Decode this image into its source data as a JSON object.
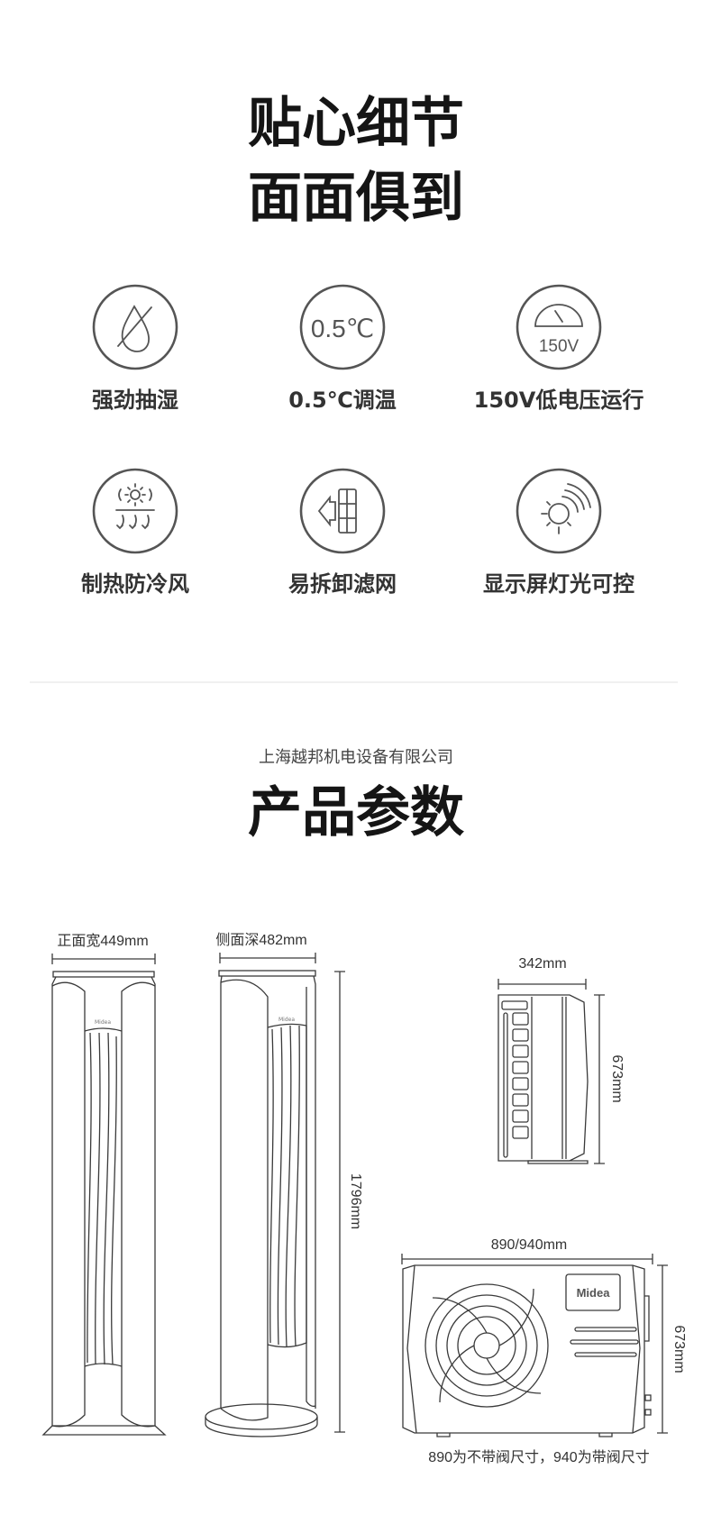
{
  "header": {
    "line1": "贴心细节",
    "line2": "面面俱到"
  },
  "features": [
    {
      "label": "强劲抽湿",
      "icon": "water-drop-slash-icon"
    },
    {
      "label": "0.5℃调温",
      "icon": "temperature-icon",
      "icon_text": "0.5℃"
    },
    {
      "label": "150V低电压运行",
      "icon": "gauge-icon",
      "icon_text": "150V"
    },
    {
      "label": "制热防冷风",
      "icon": "heat-airflow-icon"
    },
    {
      "label": "易拆卸滤网",
      "icon": "filter-removal-icon"
    },
    {
      "label": "显示屏灯光可控",
      "icon": "display-light-icon"
    }
  ],
  "watermark": "上海越邦机电设备有限公司",
  "params": {
    "title": "产品参数",
    "front_width": "正面宽449mm",
    "side_depth": "侧面深482mm",
    "height": "1796mm",
    "outdoor_depth": "342mm",
    "outdoor_height_side": "673mm",
    "outdoor_width": "890/940mm",
    "outdoor_height_front": "673mm",
    "brand": "Midea",
    "note": "890为不带阀尺寸，940为带阀尺寸"
  }
}
